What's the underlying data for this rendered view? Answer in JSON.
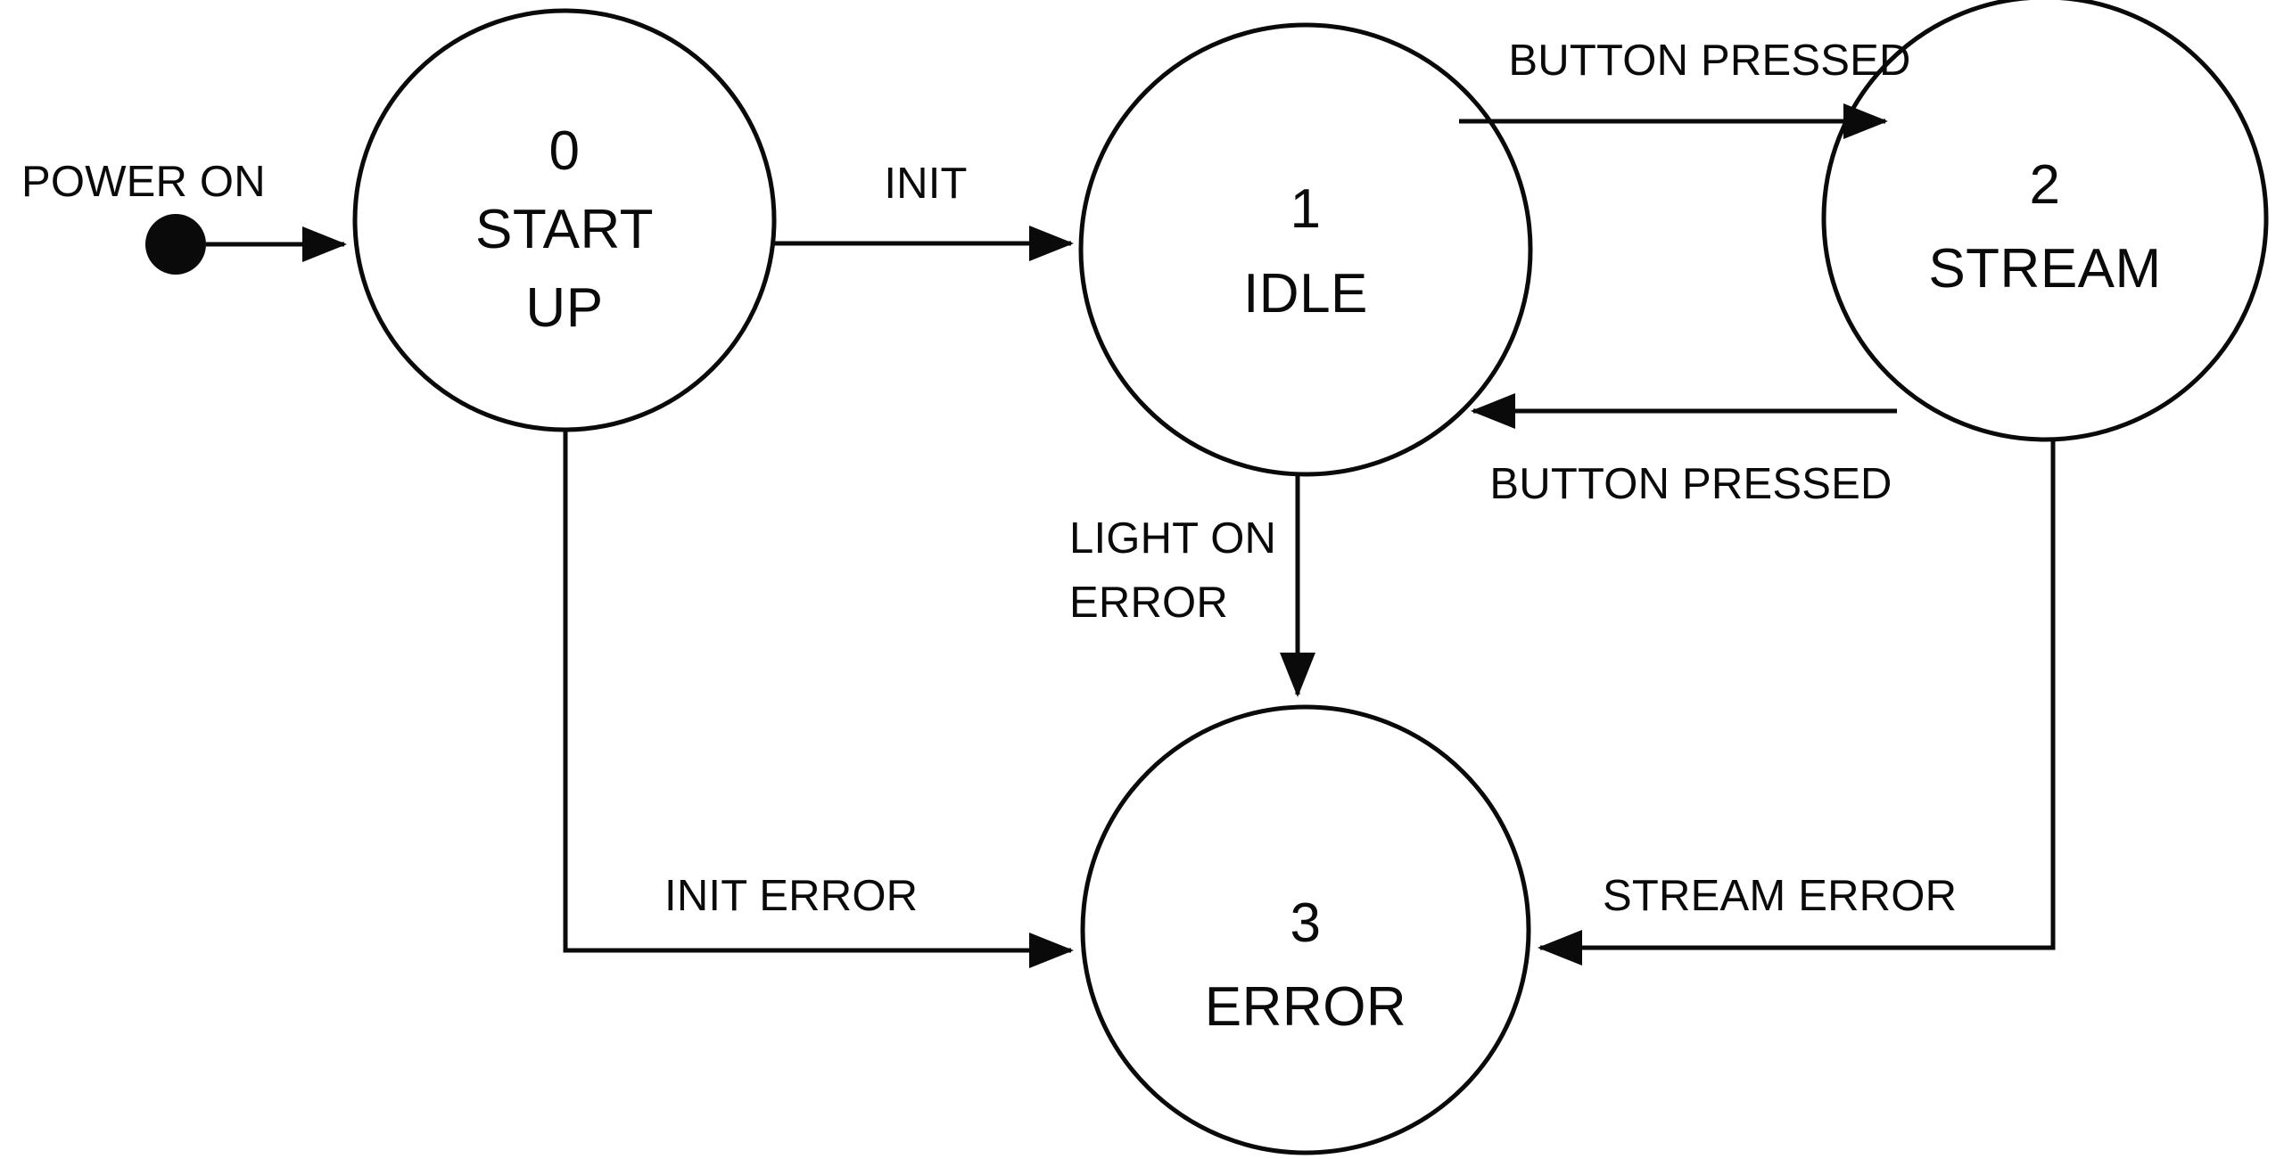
{
  "diagram": {
    "type": "state-machine",
    "title": "",
    "background_color": "#ffffff",
    "stroke_color": "#0a0a0a",
    "text_color": "#0a0a0a",
    "initial_marker": {
      "label": "POWER ON",
      "shape": "filled-circle"
    },
    "states": [
      {
        "id": "0",
        "number": "0",
        "name_line1": "START",
        "name_line2": "UP"
      },
      {
        "id": "1",
        "number": "1",
        "name_line1": "IDLE",
        "name_line2": ""
      },
      {
        "id": "2",
        "number": "2",
        "name_line1": "STREAM",
        "name_line2": ""
      },
      {
        "id": "3",
        "number": "3",
        "name_line1": "ERROR",
        "name_line2": ""
      }
    ],
    "transitions": [
      {
        "from": "start",
        "to": "0",
        "label_line1": "POWER ON",
        "label_line2": ""
      },
      {
        "from": "0",
        "to": "1",
        "label_line1": "INIT",
        "label_line2": ""
      },
      {
        "from": "1",
        "to": "2",
        "label_line1": "BUTTON PRESSED",
        "label_line2": ""
      },
      {
        "from": "2",
        "to": "1",
        "label_line1": "BUTTON PRESSED",
        "label_line2": ""
      },
      {
        "from": "1",
        "to": "3",
        "label_line1": "LIGHT ON",
        "label_line2": "ERROR"
      },
      {
        "from": "0",
        "to": "3",
        "label_line1": "INIT ERROR",
        "label_line2": ""
      },
      {
        "from": "2",
        "to": "3",
        "label_line1": "STREAM ERROR",
        "label_line2": ""
      }
    ]
  }
}
